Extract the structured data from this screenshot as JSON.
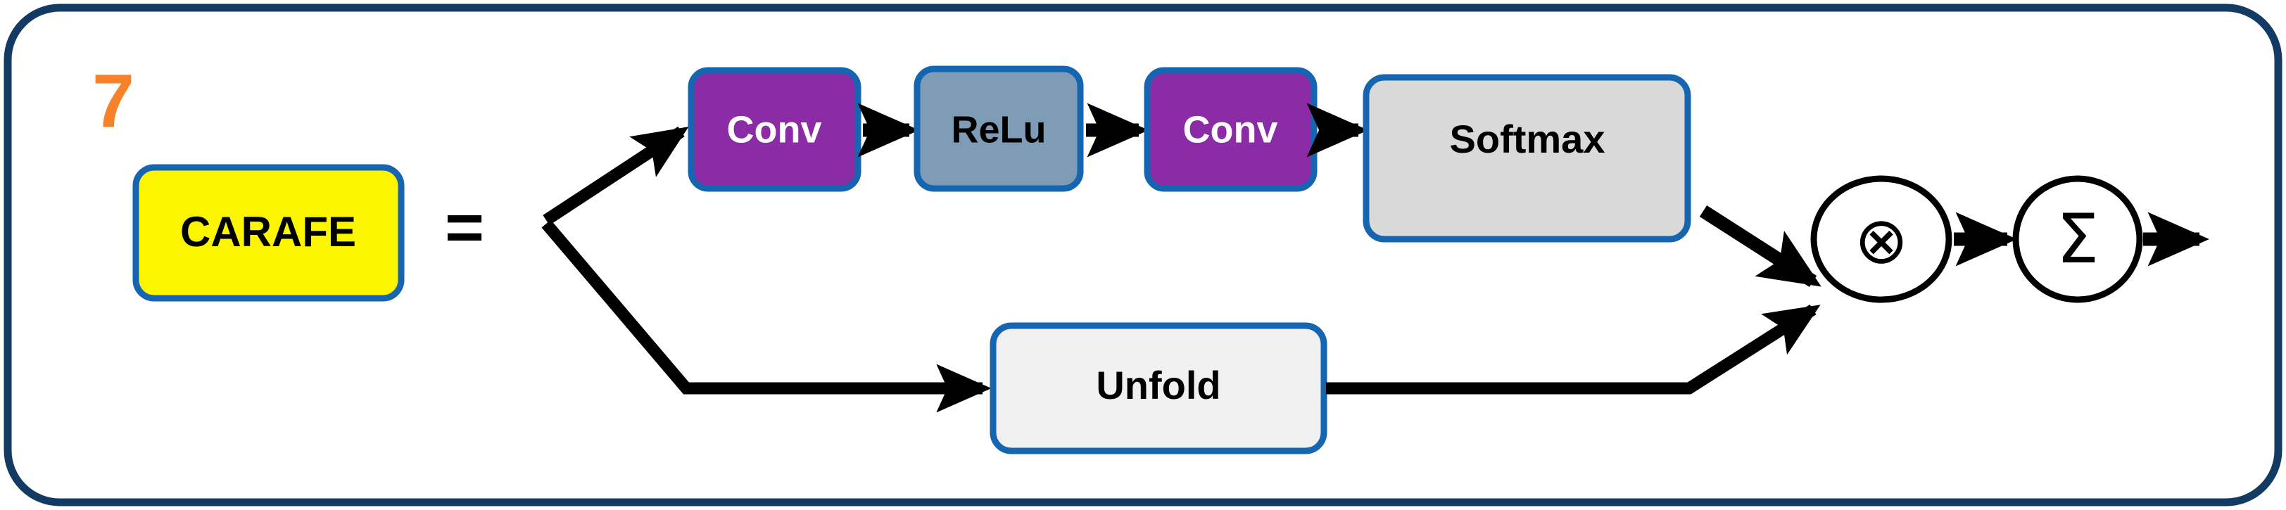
{
  "figure": {
    "panel_index": "7",
    "panel_index_color": "#f9812a",
    "frame_color": "#123a63",
    "background": "#ffffff"
  },
  "palette": {
    "border_blue": "#1565b0",
    "conv_fill": "#8b2ba5",
    "conv_text": "#ffffff",
    "relu_fill": "#7e9cb5",
    "relu_text": "#000000",
    "softmax_fill": "#d9d9d9",
    "softmax_text": "#000000",
    "unfold_fill": "#f0f0f0",
    "unfold_text": "#000000",
    "carafe_fill": "#fcf500",
    "carafe_text": "#000000",
    "arrow_color": "#000000"
  },
  "nodes": {
    "carafe": {
      "label": "CARAFE"
    },
    "equals": {
      "label": "="
    },
    "conv1": {
      "label": "Conv"
    },
    "relu": {
      "label": "ReLu"
    },
    "conv2": {
      "label": "Conv"
    },
    "softmax": {
      "label": "Softmax"
    },
    "unfold": {
      "label": "Unfold"
    },
    "multiply": {
      "label": "⊗",
      "name": "element-wise-multiply"
    },
    "sum": {
      "label": "Σ",
      "name": "summation"
    }
  },
  "chart_data": {
    "type": "diagram",
    "title": "CARAFE module decomposition",
    "blocks": [
      {
        "id": "carafe",
        "label": "CARAFE",
        "fill": "#fcf500",
        "row": "left"
      },
      {
        "id": "conv1",
        "label": "Conv",
        "fill": "#8b2ba5",
        "row": "top"
      },
      {
        "id": "relu",
        "label": "ReLu",
        "fill": "#7e9cb5",
        "row": "top"
      },
      {
        "id": "conv2",
        "label": "Conv",
        "fill": "#8b2ba5",
        "row": "top"
      },
      {
        "id": "softmax",
        "label": "Softmax",
        "fill": "#d9d9d9",
        "row": "top"
      },
      {
        "id": "unfold",
        "label": "Unfold",
        "fill": "#f0f0f0",
        "row": "bottom"
      },
      {
        "id": "multiply",
        "label": "⊗",
        "fill": "#ffffff",
        "row": "merge"
      },
      {
        "id": "sum",
        "label": "Σ",
        "fill": "#ffffff",
        "row": "merge"
      }
    ],
    "edges": [
      {
        "from": "split",
        "to": "conv1"
      },
      {
        "from": "conv1",
        "to": "relu"
      },
      {
        "from": "relu",
        "to": "conv2"
      },
      {
        "from": "conv2",
        "to": "softmax"
      },
      {
        "from": "softmax",
        "to": "multiply"
      },
      {
        "from": "split",
        "to": "unfold"
      },
      {
        "from": "unfold",
        "to": "multiply"
      },
      {
        "from": "multiply",
        "to": "sum"
      },
      {
        "from": "sum",
        "to": "output"
      }
    ]
  }
}
